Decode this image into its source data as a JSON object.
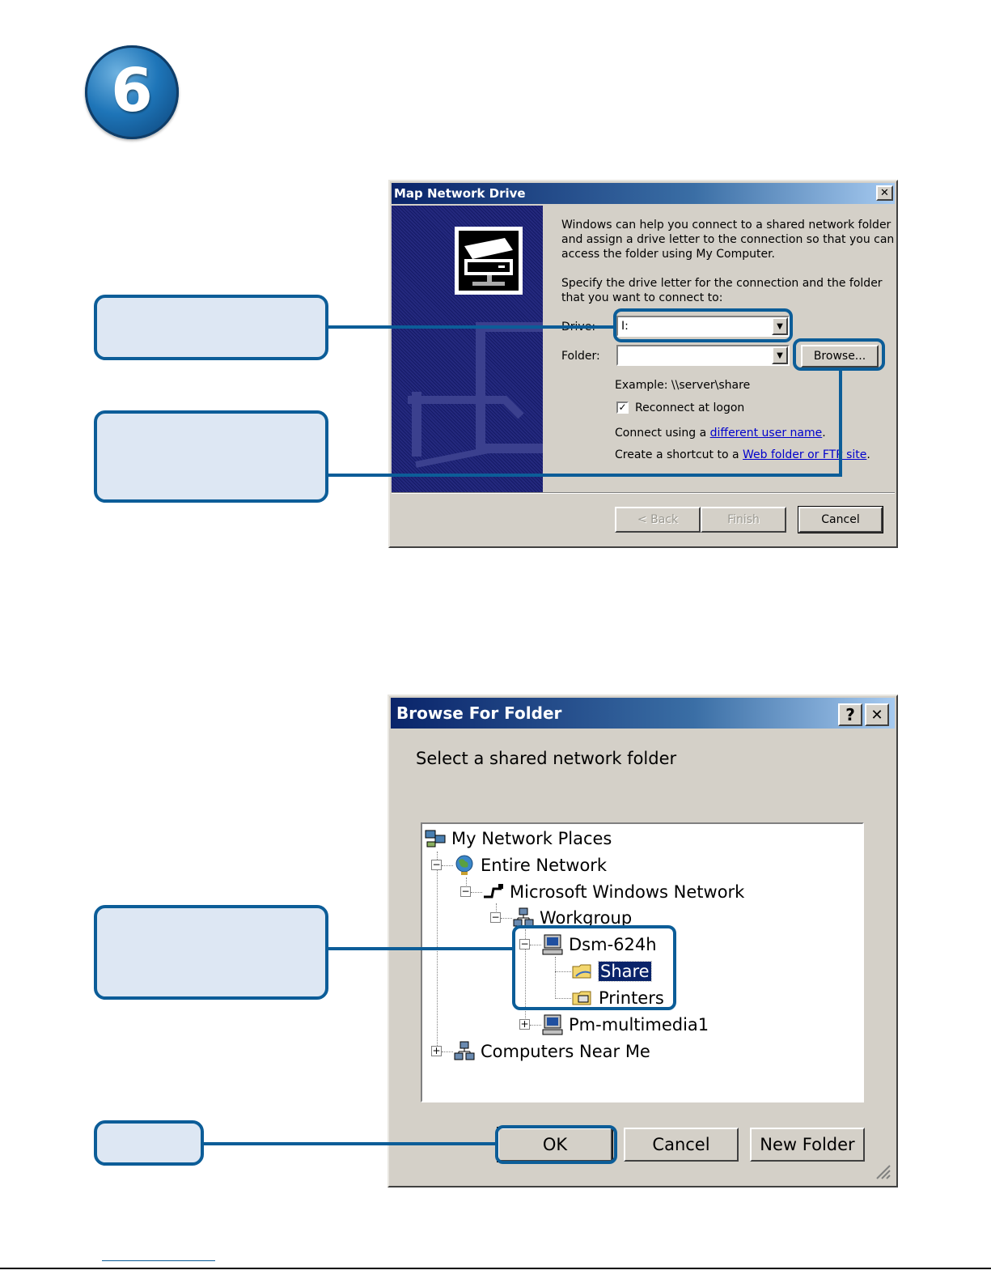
{
  "step": {
    "number": "6"
  },
  "map_dialog": {
    "title": "Map Network Drive",
    "intro": [
      "Windows can help you connect to a shared network folder",
      "and assign a drive letter to the connection so that you can",
      "access the folder using My Computer."
    ],
    "specify": [
      "Specify the drive letter for the connection and the folder",
      "that you want to connect to:"
    ],
    "drive_label": "Drive:",
    "drive_value": "I:",
    "folder_label": "Folder:",
    "folder_value": "",
    "browse_label": "Browse...",
    "example": "Example: \\\\server\\share",
    "reconnect_label": "Reconnect at logon",
    "reconnect_checked": true,
    "connect_prefix": "Connect using a ",
    "connect_link": "different user name",
    "connect_suffix": ".",
    "shortcut_prefix": "Create a shortcut to a ",
    "shortcut_link": "Web folder or FTP site",
    "shortcut_suffix": ".",
    "back_label": "< Back",
    "finish_label": "Finish",
    "cancel_label": "Cancel",
    "close_glyph": "✕"
  },
  "browse_dialog": {
    "title": "Browse For Folder",
    "help_glyph": "?",
    "close_glyph": "✕",
    "prompt": "Select a shared network folder",
    "tree": {
      "my_network_places": "My Network Places",
      "entire_network": "Entire Network",
      "microsoft_windows_network": "Microsoft Windows Network",
      "workgroup": "Workgroup",
      "dsm": "Dsm-624h",
      "share": "Share",
      "printers": "Printers",
      "pm": "Pm-multimedia1",
      "computers_near_me": "Computers Near Me"
    },
    "ok_label": "OK",
    "cancel_label": "Cancel",
    "new_folder_label": "New Folder"
  },
  "colors": {
    "accent": "#0c5d98",
    "callout_fill": "#dde7f3",
    "dialog_bg": "#d4d0c8",
    "titlebar": "#0a246a"
  }
}
